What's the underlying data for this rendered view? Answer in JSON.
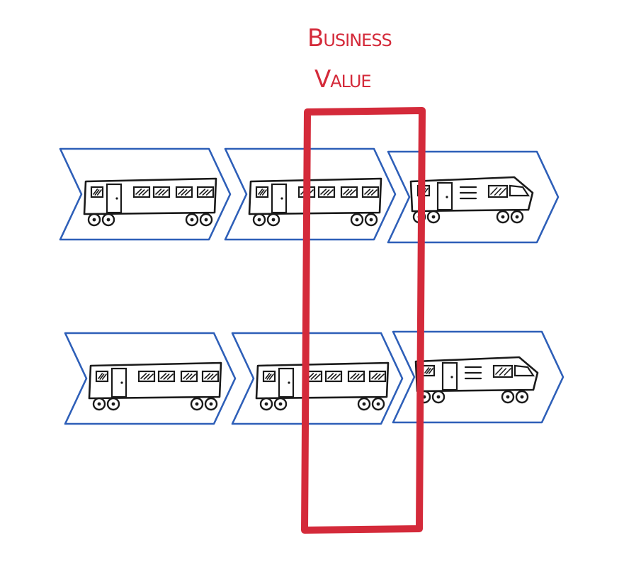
{
  "diagram": {
    "title_lines": [
      "Business",
      "Value"
    ],
    "colors": {
      "highlight": "#d42a3a",
      "chevron": "#2e5fb8",
      "ink": "#1a1a1a"
    },
    "rows": [
      {
        "cars": [
          "passenger-car",
          "passenger-car",
          "locomotive"
        ]
      },
      {
        "cars": [
          "passenger-car",
          "passenger-car",
          "locomotive"
        ]
      }
    ]
  }
}
